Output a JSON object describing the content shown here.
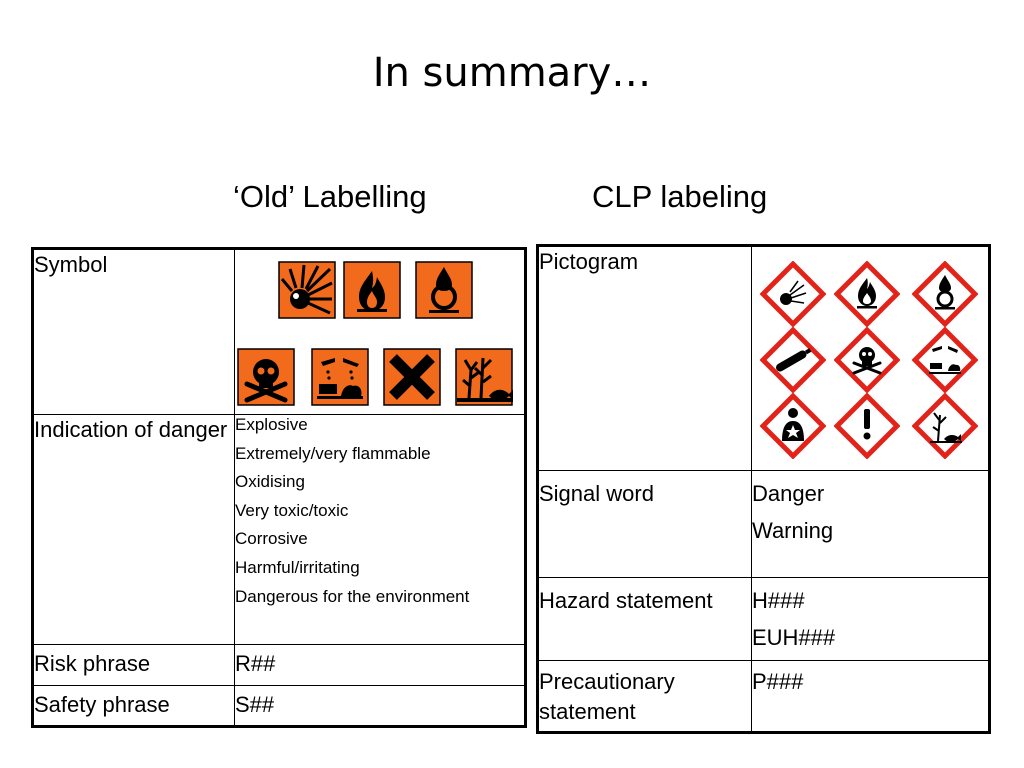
{
  "slide": {
    "title": "In summary…"
  },
  "old": {
    "heading": "‘Old’ Labelling",
    "rows": {
      "symbol": "Symbol",
      "indication": "Indication of danger",
      "risk": "Risk phrase",
      "safety": "Safety phrase"
    },
    "dangers": [
      "Explosive",
      "Extremely/very flammable",
      "Oxidising",
      "Very toxic/toxic",
      "Corrosive",
      "Harmful/irritating",
      "Dangerous for the environment"
    ],
    "risk_value": "R##",
    "safety_value": "S##",
    "symbol_icons": [
      "explosive-icon",
      "flame-icon",
      "oxidising-icon",
      "skull-crossbones-icon",
      "corrosive-icon",
      "harmful-x-icon",
      "dead-tree-fish-icon"
    ],
    "symbol_color": "#f26b1d"
  },
  "clp": {
    "heading": "CLP labeling",
    "rows": {
      "pictogram": "Pictogram",
      "signal": "Signal word",
      "hazard": "Hazard statement",
      "precaution": "Precautionary statement"
    },
    "signal_words": [
      "Danger",
      "Warning"
    ],
    "hazard_codes": [
      "H###",
      "EUH###"
    ],
    "precaution_code": "P###",
    "pictogram_icons": [
      "exploding-bomb-icon",
      "flame-icon",
      "flame-over-circle-icon",
      "gas-cylinder-icon",
      "skull-crossbones-icon",
      "corrosion-icon",
      "health-hazard-icon",
      "exclamation-mark-icon",
      "environment-icon"
    ],
    "pictogram_color": "#e2231a"
  }
}
